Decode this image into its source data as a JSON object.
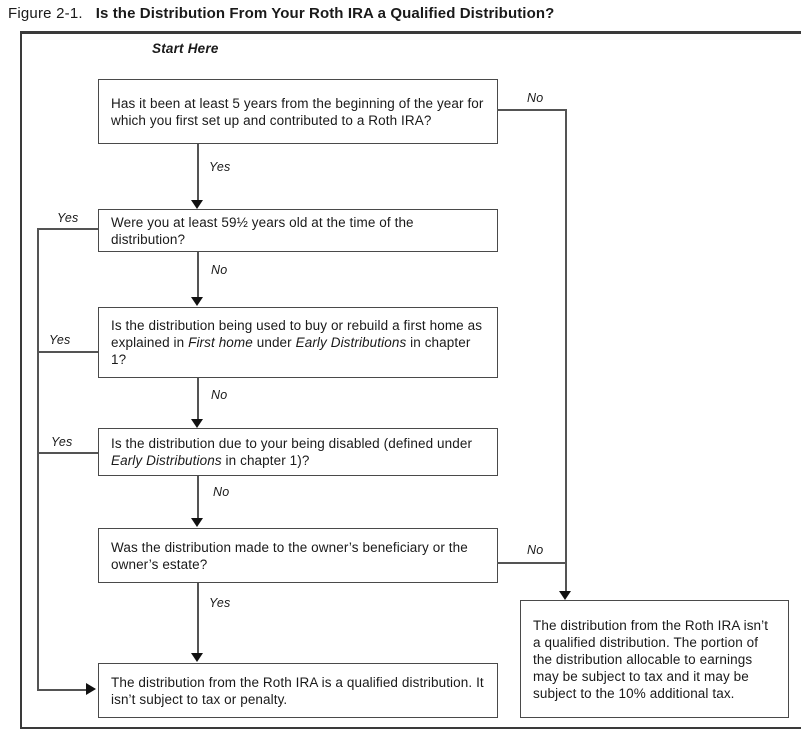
{
  "figure": {
    "label": "Figure 2-1.",
    "title": "Is the Distribution From Your Roth IRA a Qualified Distribution?"
  },
  "flowchart": {
    "start_label": "Start Here",
    "q1": {
      "text": "Has it been at least 5 years from the beginning of the year for which you first set up and contributed to a Roth IRA?",
      "yes_label": "Yes",
      "no_label": "No"
    },
    "q2": {
      "text": "Were you at least 59½ years old at the time of the distribution?",
      "yes_label": "Yes",
      "no_label": "No"
    },
    "q3": {
      "part1": "Is the distribution being used to buy or rebuild a first home as explained in ",
      "italic1": "First home",
      "part2": " under ",
      "italic2": "Early Distributions",
      "part3": " in chapter 1?",
      "yes_label": "Yes",
      "no_label": "No"
    },
    "q4": {
      "part1": "Is the distribution due to your being disabled (defined under ",
      "italic1": "Early Distributions",
      "part2": " in chapter 1)?",
      "yes_label": "Yes",
      "no_label": "No"
    },
    "q5": {
      "text": "Was the distribution made to the owner’s beneficiary or the owner’s estate?",
      "yes_label": "Yes",
      "no_label": "No"
    },
    "result_qualified": "The distribution from the Roth IRA is a qualified distribution. It isn’t subject to tax or penalty.",
    "result_not_qualified": "The distribution from the Roth IRA isn’t a qualified distribution. The portion of the distribution allocable to earnings may be subject to tax and it may be subject to the 10% additional tax."
  },
  "colors": {
    "line": "#545454",
    "border": "#4a4a4a",
    "arrow": "#111111",
    "text": "#1a1a1a"
  }
}
